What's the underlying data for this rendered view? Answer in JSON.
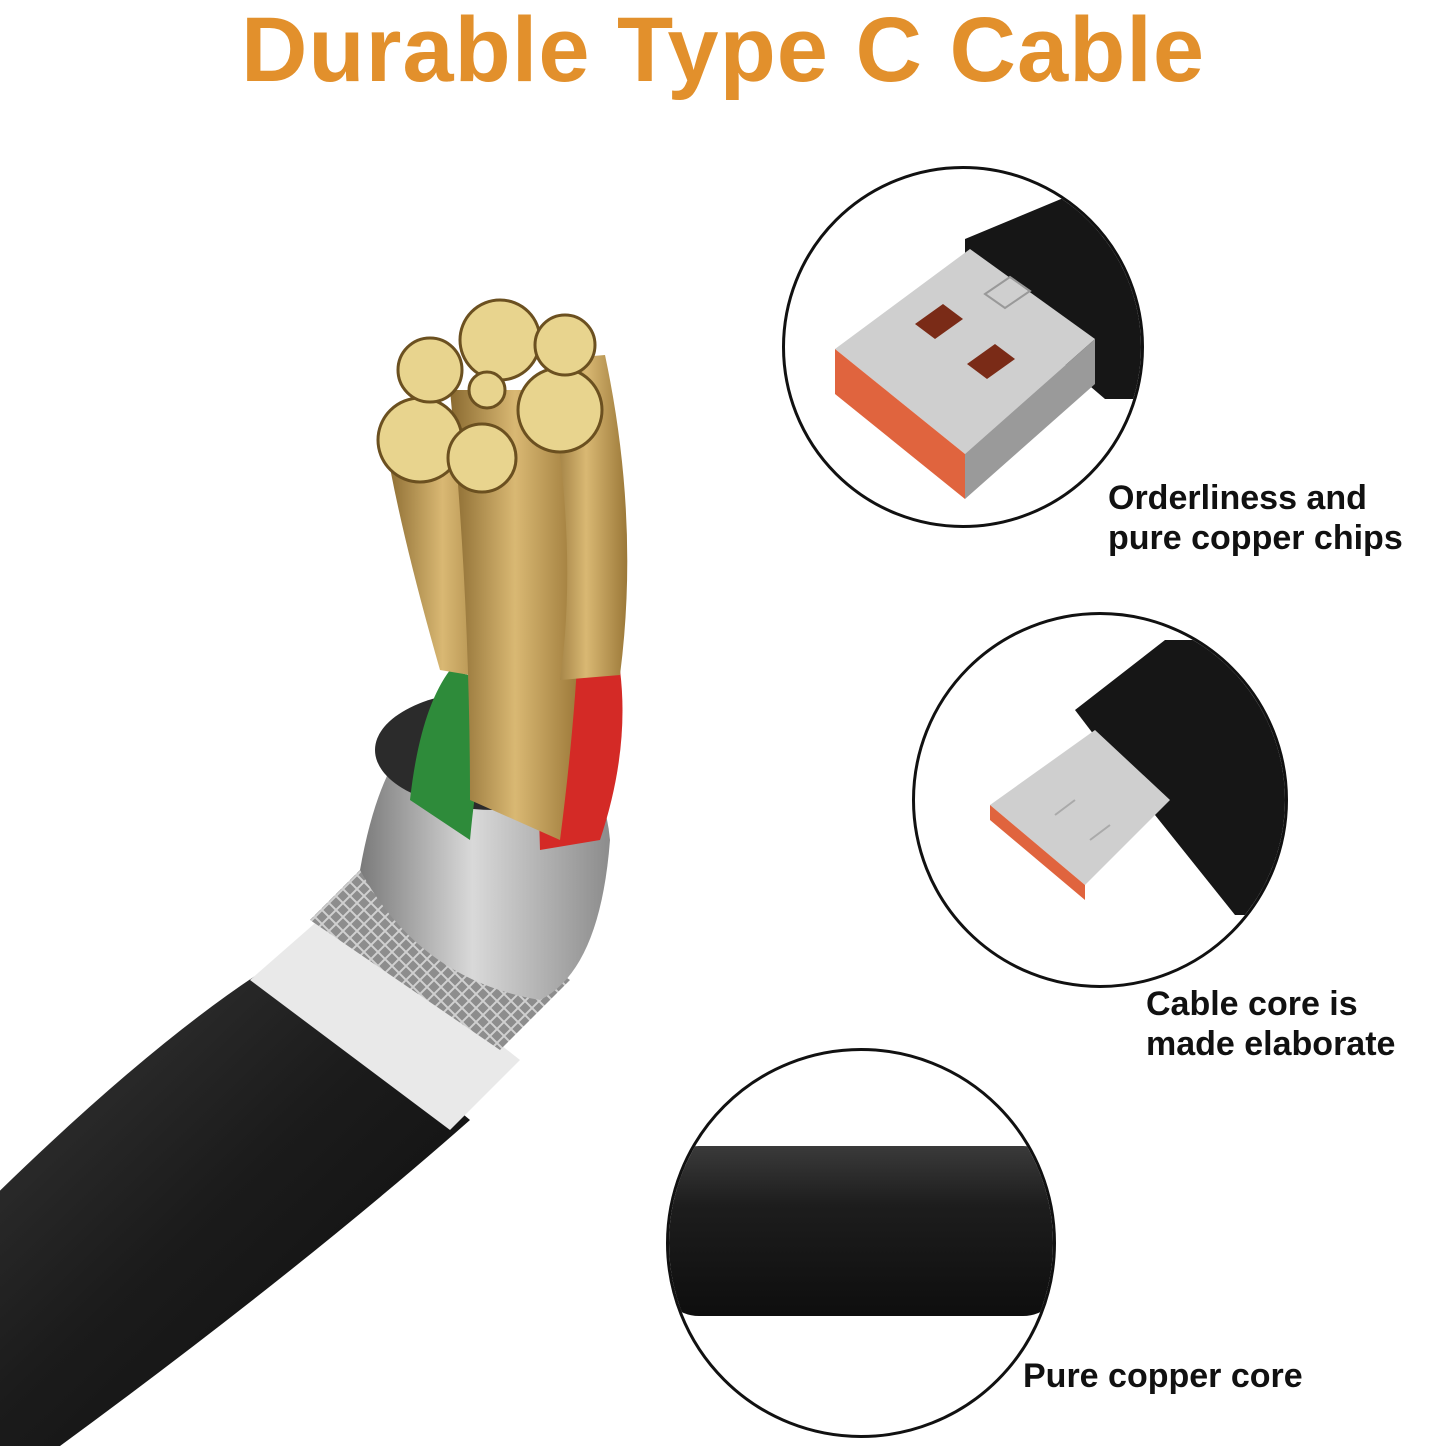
{
  "title": "Durable Type C Cable",
  "colors": {
    "title": "#e2902c",
    "cable_jacket": "#1b1b1b",
    "copper": "#c9a35c",
    "wire_green": "#2e8b3a",
    "wire_red": "#d42a26",
    "connector_tip": "#e0643e"
  },
  "features": [
    {
      "icon": "usb-a-connector-icon",
      "caption_lines": [
        "Orderliness and",
        "pure copper chips"
      ]
    },
    {
      "icon": "usb-c-connector-icon",
      "caption_lines": [
        "Cable core is",
        "made elaborate"
      ]
    },
    {
      "icon": "cable-jacket-icon",
      "caption_lines": [
        "Pure copper core"
      ]
    }
  ]
}
